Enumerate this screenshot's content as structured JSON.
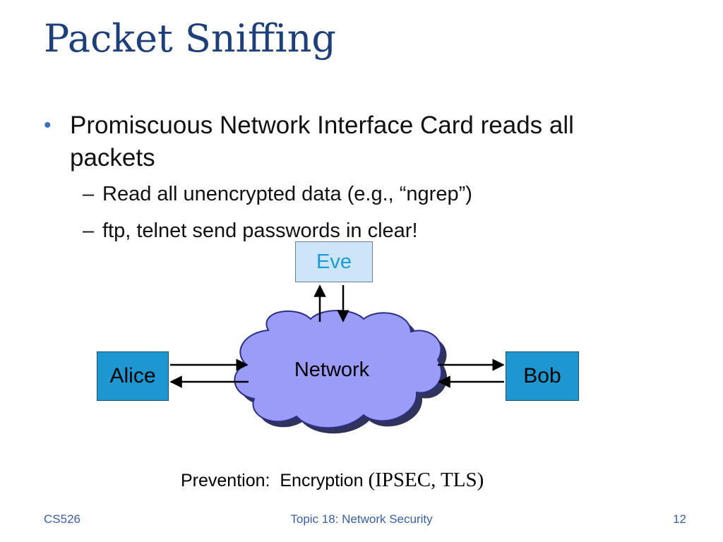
{
  "slide": {
    "title": "Packet Sniffing",
    "bullet_marker": "•",
    "bullet": "Promiscuous Network Interface Card reads all packets",
    "sub_marker": "–",
    "sub_bullets": [
      "Read all unencrypted data (e.g., “ngrep”)",
      "ftp, telnet send passwords in clear!"
    ]
  },
  "diagram": {
    "eve": "Eve",
    "alice": "Alice",
    "bob": "Bob",
    "network": "Network",
    "colors": {
      "eve_fill": "#cce6f8",
      "eve_text": "#1e9ad6",
      "endpoint_fill": "#1e96cf",
      "cloud_fill": "#9a9cf8",
      "cloud_stroke": "#2c2f86"
    }
  },
  "prevention": {
    "label": "Prevention:",
    "text": "Encryption",
    "protocols": "(IPSEC, TLS)"
  },
  "footer": {
    "course": "CS526",
    "topic": "Topic 18: Network Security",
    "page": "12"
  }
}
